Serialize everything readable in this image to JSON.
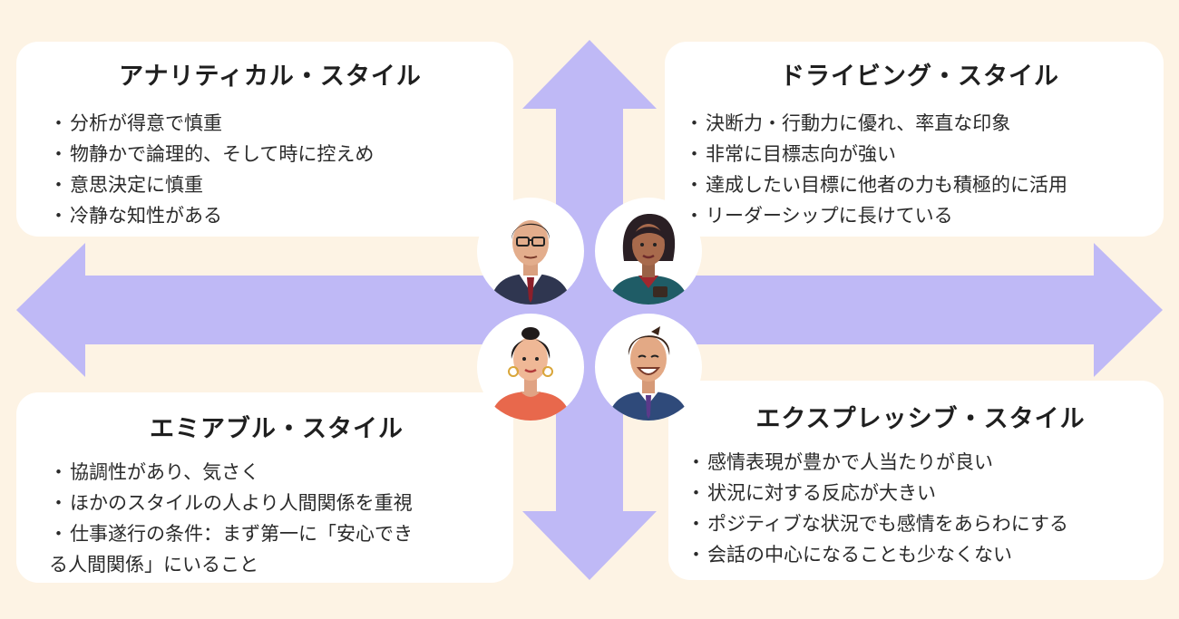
{
  "colors": {
    "background": "#fdf3e4",
    "arrow": "#bfb9f6",
    "card": "#ffffff"
  },
  "quadrants": {
    "analytical": {
      "title": "アナリティカル・スタイル",
      "items": [
        "分析が得意で慎重",
        "物静かで論理的、そして時に控えめ",
        "意思決定に慎重",
        "冷静な知性がある"
      ]
    },
    "driving": {
      "title": "ドライビング・スタイル",
      "items": [
        "決断力・行動力に優れ、率直な印象",
        "非常に目標志向が強い",
        "達成したい目標に他者の力も積極的に活用",
        "リーダーシップに長けている"
      ]
    },
    "amiable": {
      "title": "エミアブル・スタイル",
      "items": [
        "協調性があり、気さく",
        "ほかのスタイルの人より人間関係を重視",
        "仕事遂行の条件：まず第一に「安心でき"
      ],
      "continuation": "る人間関係」にいること"
    },
    "expressive": {
      "title": "エクスプレッシブ・スタイル",
      "items": [
        "感情表現が豊かで人当たりが良い",
        "状況に対する反応が大きい",
        "ポジティブな状況でも感情をあらわにする",
        "会話の中心になることも少なくない"
      ]
    }
  },
  "bullet": "・",
  "icons": {
    "analytical": "man-glasses-suit-avatar-icon",
    "driving": "woman-bob-suit-avatar-icon",
    "amiable": "woman-earrings-avatar-icon",
    "expressive": "smiling-man-avatar-icon"
  }
}
